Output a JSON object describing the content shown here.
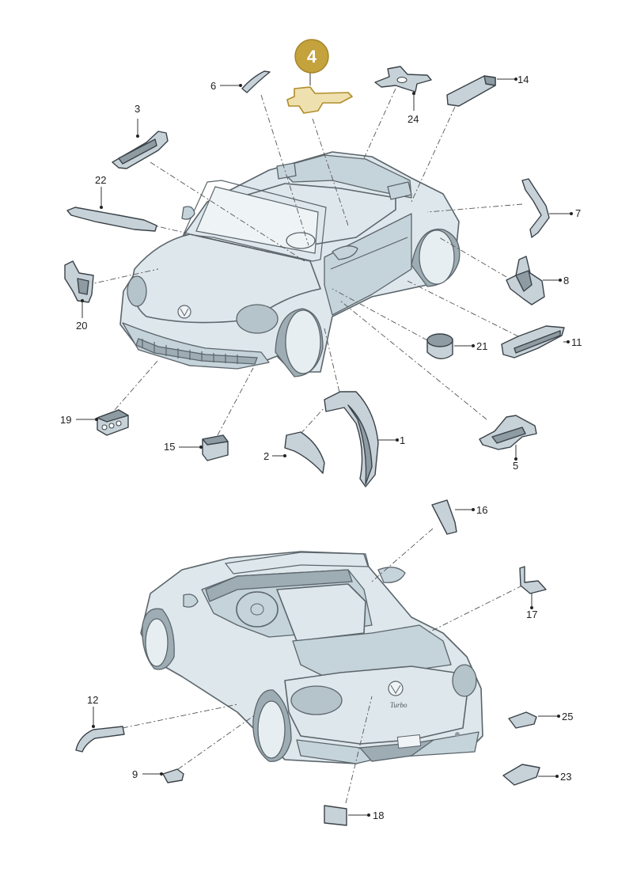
{
  "highlight": {
    "number": "4",
    "color": "#c4a23c"
  },
  "callouts": {
    "c1": "1",
    "c2": "2",
    "c3": "3",
    "c5": "5",
    "c6": "6",
    "c7": "7",
    "c8": "8",
    "c9": "9",
    "c11": "11",
    "c12": "12",
    "c14": "14",
    "c15": "15",
    "c16": "16",
    "c17": "17",
    "c18": "18",
    "c19": "19",
    "c20": "20",
    "c21": "21",
    "c22": "22",
    "c23": "23",
    "c24": "24",
    "c25": "25"
  },
  "rear_badge": "Turbo"
}
